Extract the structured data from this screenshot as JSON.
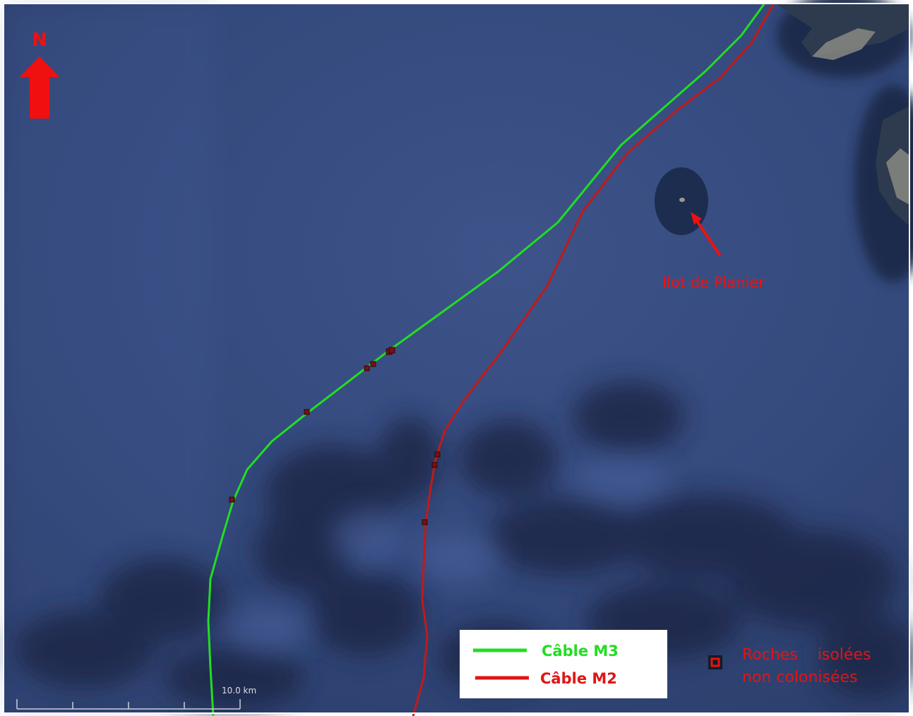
{
  "map": {
    "north_label": "N",
    "island_label": "Ilot de Planier",
    "scale_label": "10.0  km"
  },
  "legend": {
    "items": [
      {
        "label": "Câble M3",
        "color": "#22dd22"
      },
      {
        "label": "Câble M2",
        "color": "#e01515"
      }
    ]
  },
  "rock_legend": {
    "line1": "Roches    isolées",
    "line2": "non colonisées",
    "color": "#e01515"
  },
  "colors": {
    "sea": "#34497c",
    "sea_deep": "#1c2a4c",
    "land": "#2b3a4e",
    "annotation_red": "#f01010",
    "cable_m3": "#22dd22",
    "cable_m2": "#c01a1a"
  }
}
